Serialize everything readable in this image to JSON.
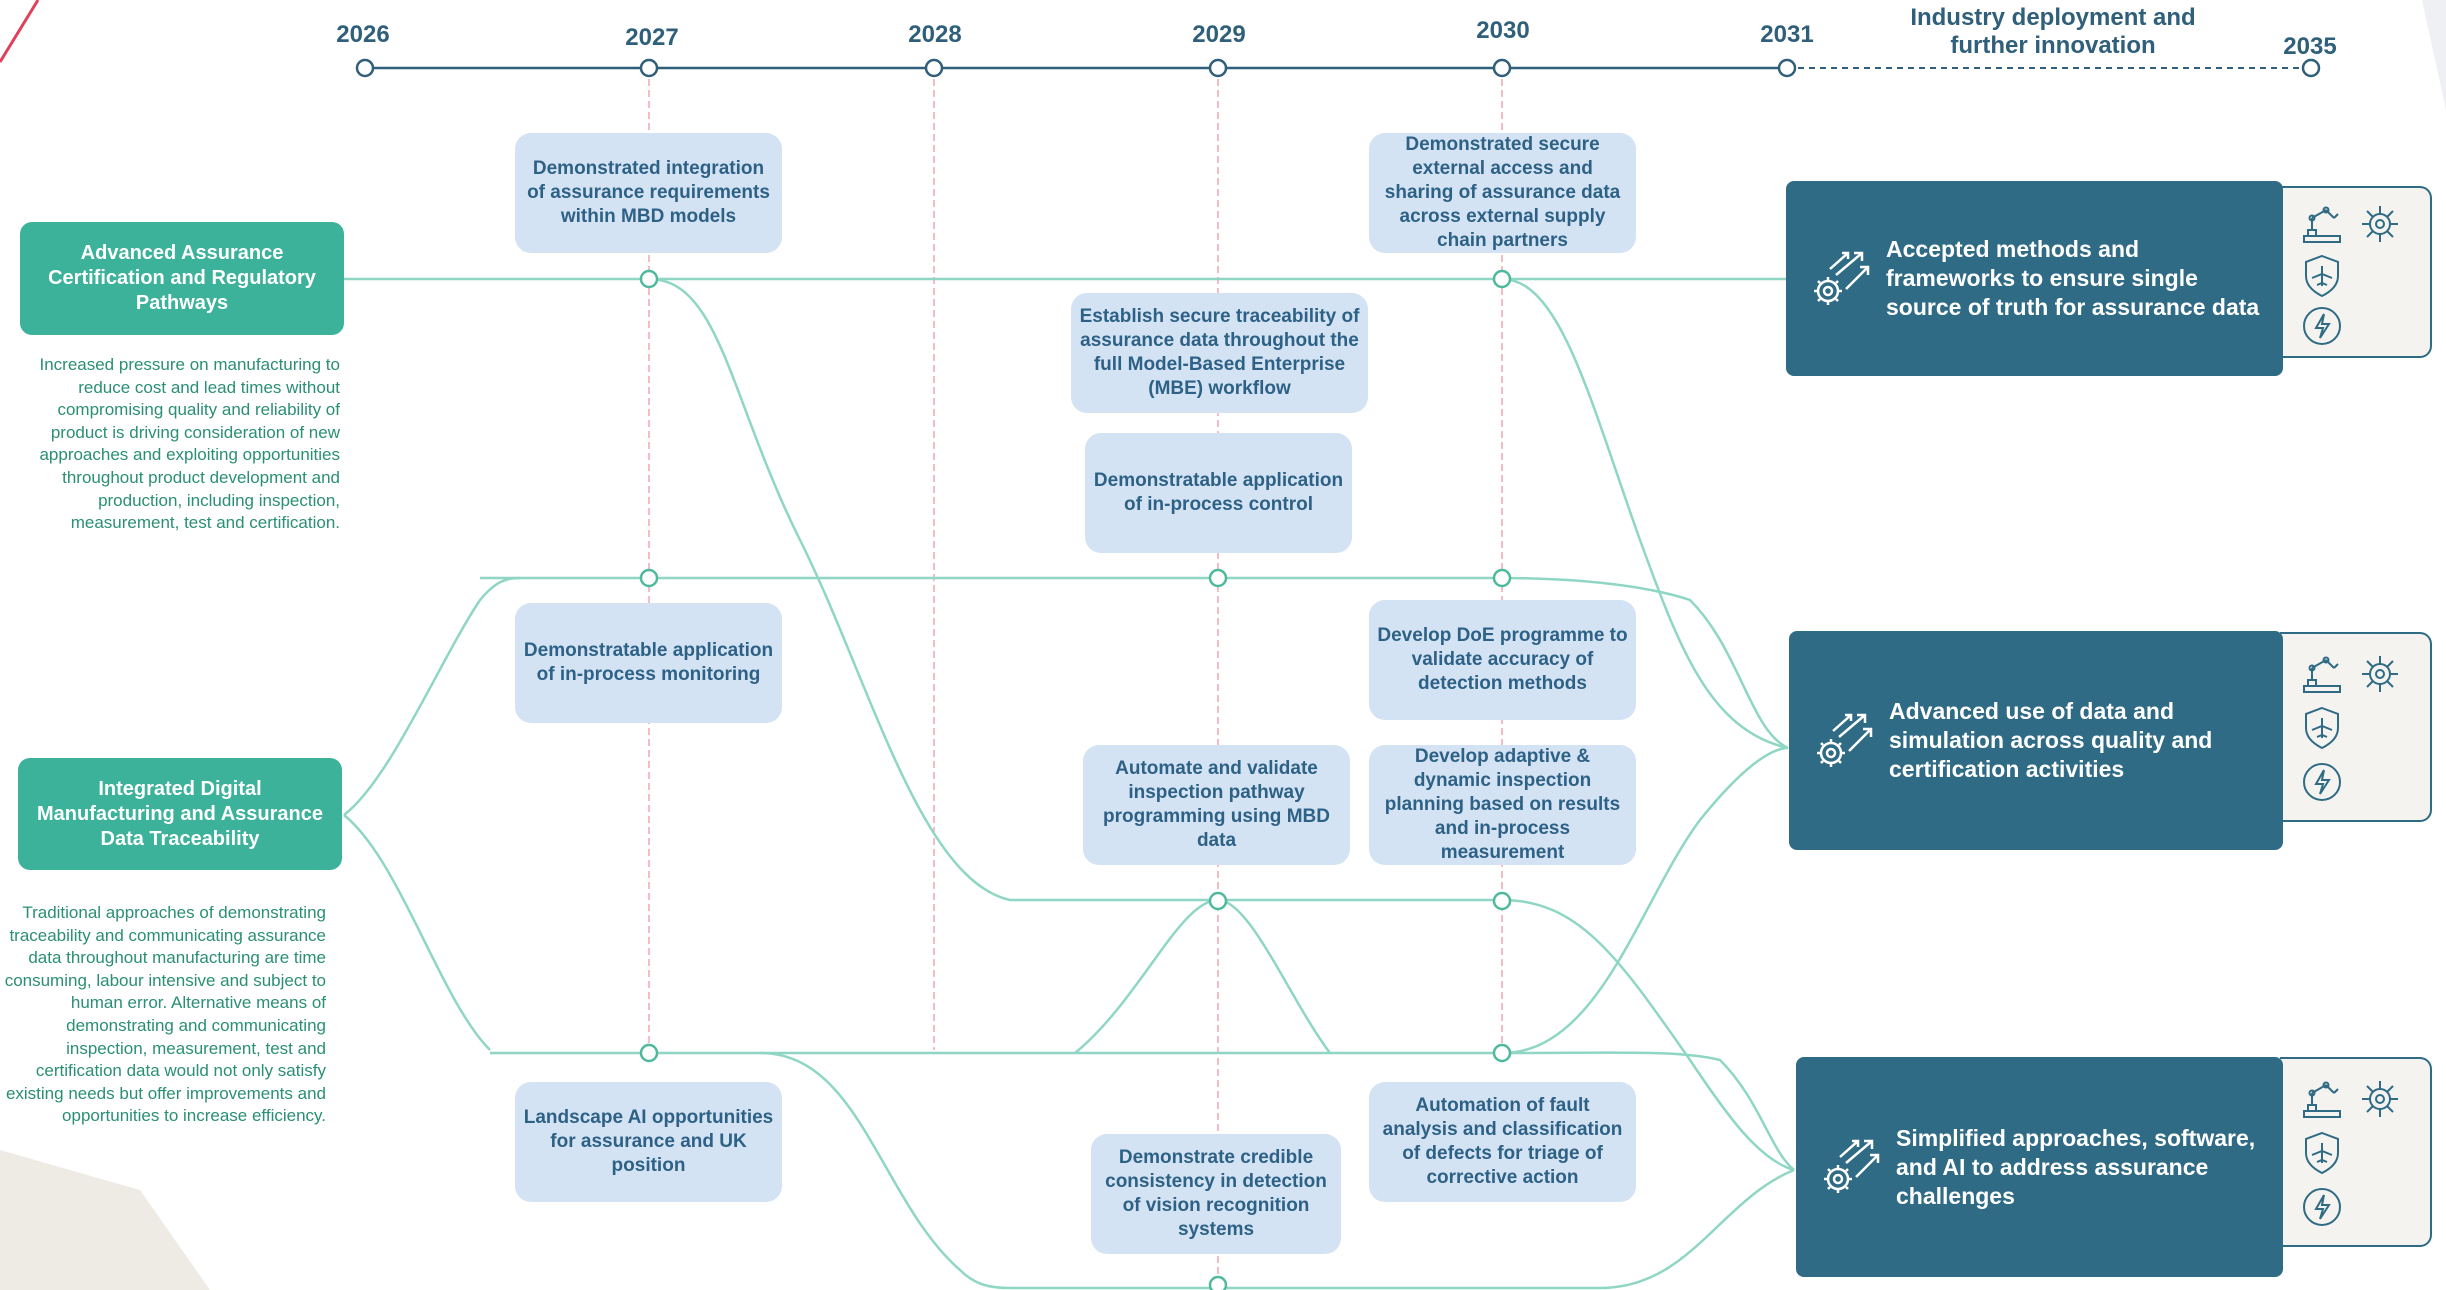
{
  "timeline": {
    "years": [
      "2026",
      "2027",
      "2028",
      "2029",
      "2030",
      "2031",
      "2035"
    ],
    "industry_label": "Industry deployment and further innovation"
  },
  "themes": [
    {
      "title": "Advanced Assurance Certification and Regulatory Pathways",
      "description": "Increased pressure on manufacturing to reduce cost and lead times without compromising quality and reliability of product is driving consideration of new approaches and exploiting opportunities throughout product development and production, including  inspection, measurement, test and certification."
    },
    {
      "title": "Integrated Digital Manufacturing and Assurance Data Traceability",
      "description": "Traditional approaches of demonstrating traceability and communicating assurance data throughout manufacturing are time consuming, labour intensive and subject to human error. Alternative means of demonstrating and communicating inspection, measurement, test and certification data would not only satisfy existing needs but offer improvements and opportunities to increase efficiency."
    }
  ],
  "milestones": [
    "Demonstrated integration of assurance requirements within MBD models",
    "Demonstratable application of in-process monitoring",
    "Landscape AI opportunities for assurance and UK position",
    "Establish secure traceability of assurance data throughout the full Model-Based Enterprise (MBE) workflow",
    "Demonstratable application of in-process control",
    "Automate and validate inspection pathway programming using MBD data",
    "Demonstrate credible consistency in detection of vision recognition systems",
    "Demonstrated secure external access and sharing of assurance data across external supply chain partners",
    "Develop DoE programme to validate accuracy of detection methods",
    "Develop adaptive & dynamic inspection planning based on results and in-process measurement",
    "Automation of fault analysis and classification of defects for triage of corrective action"
  ],
  "outcomes": [
    {
      "text": "Accepted methods and frameworks to ensure single source of truth for assurance data",
      "icons": [
        "robot-arm-icon",
        "circuit-brain-icon",
        "aircraft-shield-icon",
        "energy-icon"
      ]
    },
    {
      "text": "Advanced use of data and simulation across quality and certification activities",
      "icons": [
        "robot-arm-icon",
        "circuit-brain-icon",
        "aircraft-shield-icon",
        "energy-icon"
      ]
    },
    {
      "text": "Simplified approaches, software, and AI to address assurance challenges",
      "icons": [
        "robot-arm-icon",
        "circuit-brain-icon",
        "aircraft-shield-icon",
        "energy-icon"
      ]
    }
  ],
  "colors": {
    "timeline": "#2f5f7a",
    "flow_lines": "#8fd6c4",
    "year_guides": "#f2a5b3",
    "theme_box": "#3db29a",
    "milestone_box": "#d3e3f3",
    "outcome_box": "#2f6b85"
  }
}
